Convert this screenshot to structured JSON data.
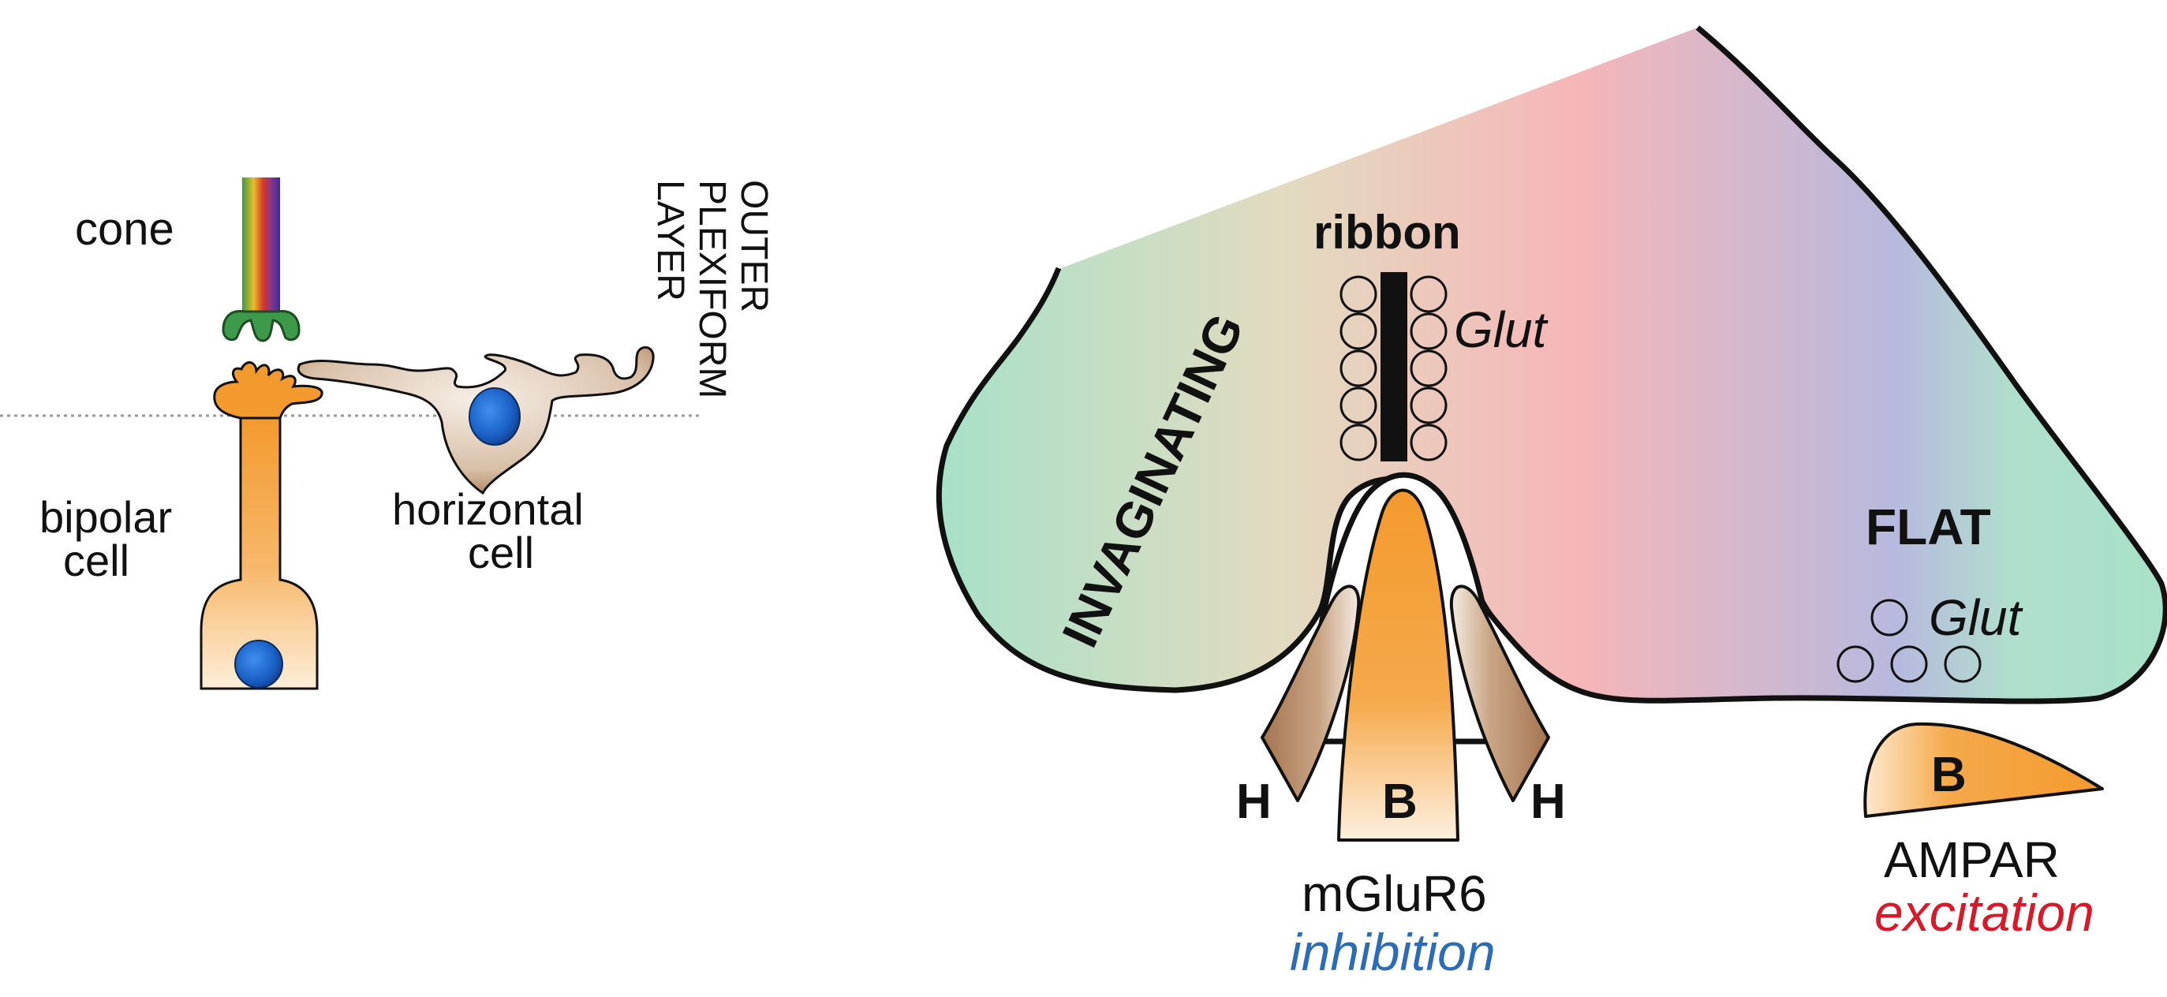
{
  "left_panel": {
    "cone_label": "cone",
    "layer_label_lines": [
      "OUTER",
      "PLEXIFORM",
      "LAYER"
    ],
    "bipolar_label_lines": [
      "bipolar",
      "cell"
    ],
    "horizontal_label_lines": [
      "horizontal",
      "cell"
    ]
  },
  "terminal": {
    "ribbon_label": "ribbon",
    "glut_label_ribbon": "Glut",
    "invaginating_label": "INVAGINATING",
    "flat_label": "FLAT",
    "glut_label_flat": "Glut"
  },
  "processes": {
    "horizontal_left": "H",
    "bipolar_invaginating": "B",
    "horizontal_right": "H",
    "bipolar_flat": "B"
  },
  "receptors": {
    "invaginating_receptor": "mGluR6",
    "invaginating_effect": "inhibition",
    "flat_receptor": "AMPAR",
    "flat_effect": "excitation"
  },
  "colors": {
    "inhibition": "#2b6cb5",
    "excitation": "#d7192a",
    "bipolar_orange": "#f39a2e",
    "horizontal_brown": "#a97c56",
    "nucleus_blue": "#1a5fc4",
    "dendrite_green": "#3c9a4a"
  },
  "icons": {
    "cone": "cone-photoreceptor-icon",
    "bipolar": "bipolar-cell-icon",
    "horizontal": "horizontal-cell-icon",
    "vesicle": "vesicle-circle-icon"
  }
}
